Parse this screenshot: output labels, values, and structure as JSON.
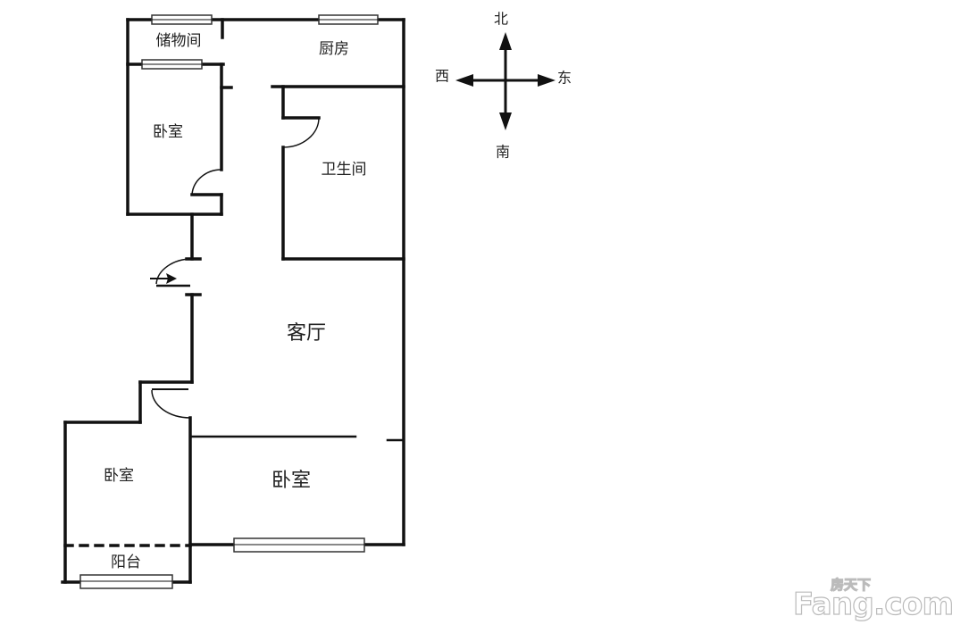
{
  "floor_plan": {
    "rooms": {
      "storage": "储物间",
      "kitchen": "厨房",
      "bedroom_north": "卧室",
      "bathroom": "卫生间",
      "living_room": "客厅",
      "bedroom_southwest": "卧室",
      "bedroom_south": "卧室",
      "balcony": "阳台"
    }
  },
  "compass": {
    "north": "北",
    "south": "南",
    "east": "东",
    "west": "西"
  },
  "watermark": {
    "brand_cn": "房天下",
    "brand_en": "Fang.com"
  }
}
